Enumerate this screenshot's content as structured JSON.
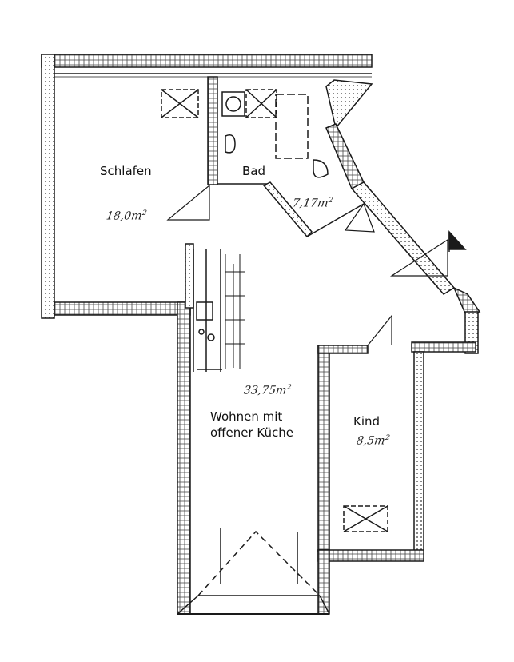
{
  "plan": {
    "type": "floor-plan",
    "style": "hand-drawn architectural sketch",
    "colors": {
      "background": "#ffffff",
      "ink": "#1a1a1a",
      "wall_hatch": "#555555"
    },
    "rooms": [
      {
        "id": "schlafen",
        "label": "Schlafen",
        "area": "18,0",
        "unit": "m",
        "unit_sup": "2"
      },
      {
        "id": "bad",
        "label": "Bad",
        "area": "7,17",
        "unit": "m",
        "unit_sup": "2"
      },
      {
        "id": "wohnen",
        "label_line1": "Wohnen mit",
        "label_line2": "offener Küche",
        "area": "33,75",
        "unit": "m",
        "unit_sup": "2"
      },
      {
        "id": "kind",
        "label": "Kind",
        "area": "8,5",
        "unit": "m",
        "unit_sup": "2"
      }
    ],
    "symbols": {
      "entrance_flag": "flag-icon",
      "windows": "window-crossed-icon",
      "toilet": "toilet-icon",
      "sink": "sink-icon",
      "stove": "stove-icon"
    }
  }
}
